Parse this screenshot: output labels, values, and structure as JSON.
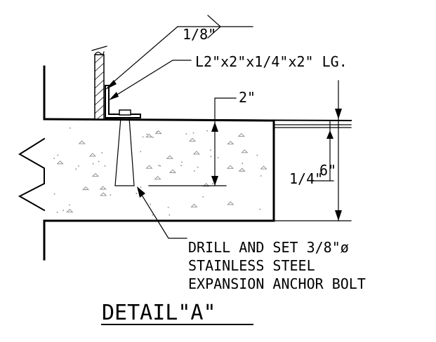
{
  "labels": {
    "weld_size": "1/8\"",
    "angle": "L2\"x2\"x1/4\"x2\" LG.",
    "dim_top": "2\"",
    "dim_depth": "6\"",
    "dim_left": "1/4\"",
    "note_line1": "DRILL AND SET 3/8\"ø",
    "note_line2": "STAINLESS STEEL",
    "note_line3": "EXPANSION ANCHOR BOLT",
    "title": "DETAIL\"A\""
  },
  "colors": {
    "ink": "#000000",
    "paper": "#ffffff",
    "aggregate": "#8a8a8a"
  }
}
